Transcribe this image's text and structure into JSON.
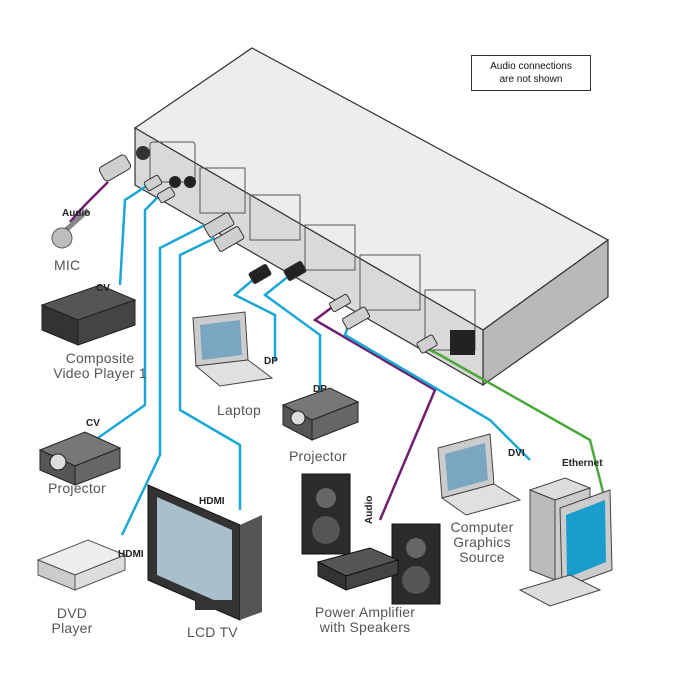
{
  "note": {
    "line1": "Audio connections",
    "line2": "are not shown"
  },
  "devices": {
    "mic": "MIC",
    "composite_line1": "Composite",
    "composite_line2": "Video Player 1",
    "projector_left": "Projector",
    "dvd_line1": "DVD",
    "dvd_line2": "Player",
    "lcd_tv": "LCD TV",
    "laptop": "Laptop",
    "projector_center": "Projector",
    "amp_line1": "Power Amplifier",
    "amp_line2": "with Speakers",
    "computer_line1": "Computer",
    "computer_line2": "Graphics",
    "computer_line3": "Source"
  },
  "connections": {
    "audio_mic": "Audio",
    "cv_composite": "CV",
    "cv_projector": "CV",
    "hdmi_dvd": "HDMI",
    "hdmi_tv": "HDMI",
    "dp_laptop": "DP",
    "dp_projector": "DP",
    "audio_amp": "Audio",
    "dvi": "DVI",
    "ethernet": "Ethernet"
  },
  "colors": {
    "video_cable": "#1aa7d4",
    "audio_cable": "#6e1f6e",
    "ethernet_cable": "#4aa83a"
  }
}
